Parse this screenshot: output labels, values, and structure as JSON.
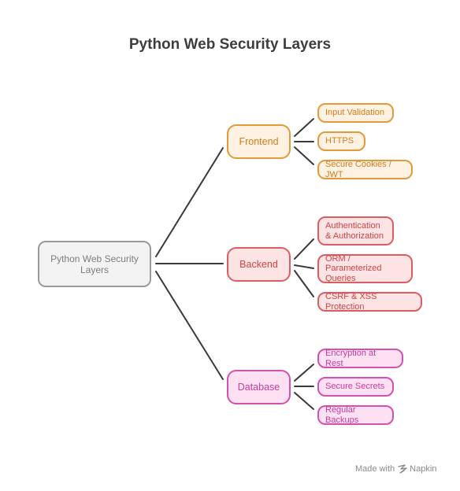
{
  "title": "Python Web Security Layers",
  "root": {
    "label": "Python Web Security Layers"
  },
  "branches": [
    {
      "label": "Frontend",
      "leaves": [
        "Input Validation",
        "HTTPS",
        "Secure Cookies / JWT"
      ]
    },
    {
      "label": "Backend",
      "leaves": [
        "Authentication & Authorization",
        "ORM / Parameterized Queries",
        "CSRF & XSS Protection"
      ]
    },
    {
      "label": "Database",
      "leaves": [
        "Encryption at Rest",
        "Secure Secrets",
        "Regular Backups"
      ]
    }
  ],
  "colors": {
    "frontend": "#e29a3a",
    "backend": "#df5d62",
    "database": "#d451ad",
    "connector": "#3a3a3a"
  },
  "footer": {
    "made_with": "Made with",
    "brand": "Napkin",
    "brand_icon": "napkin-logo-icon"
  }
}
